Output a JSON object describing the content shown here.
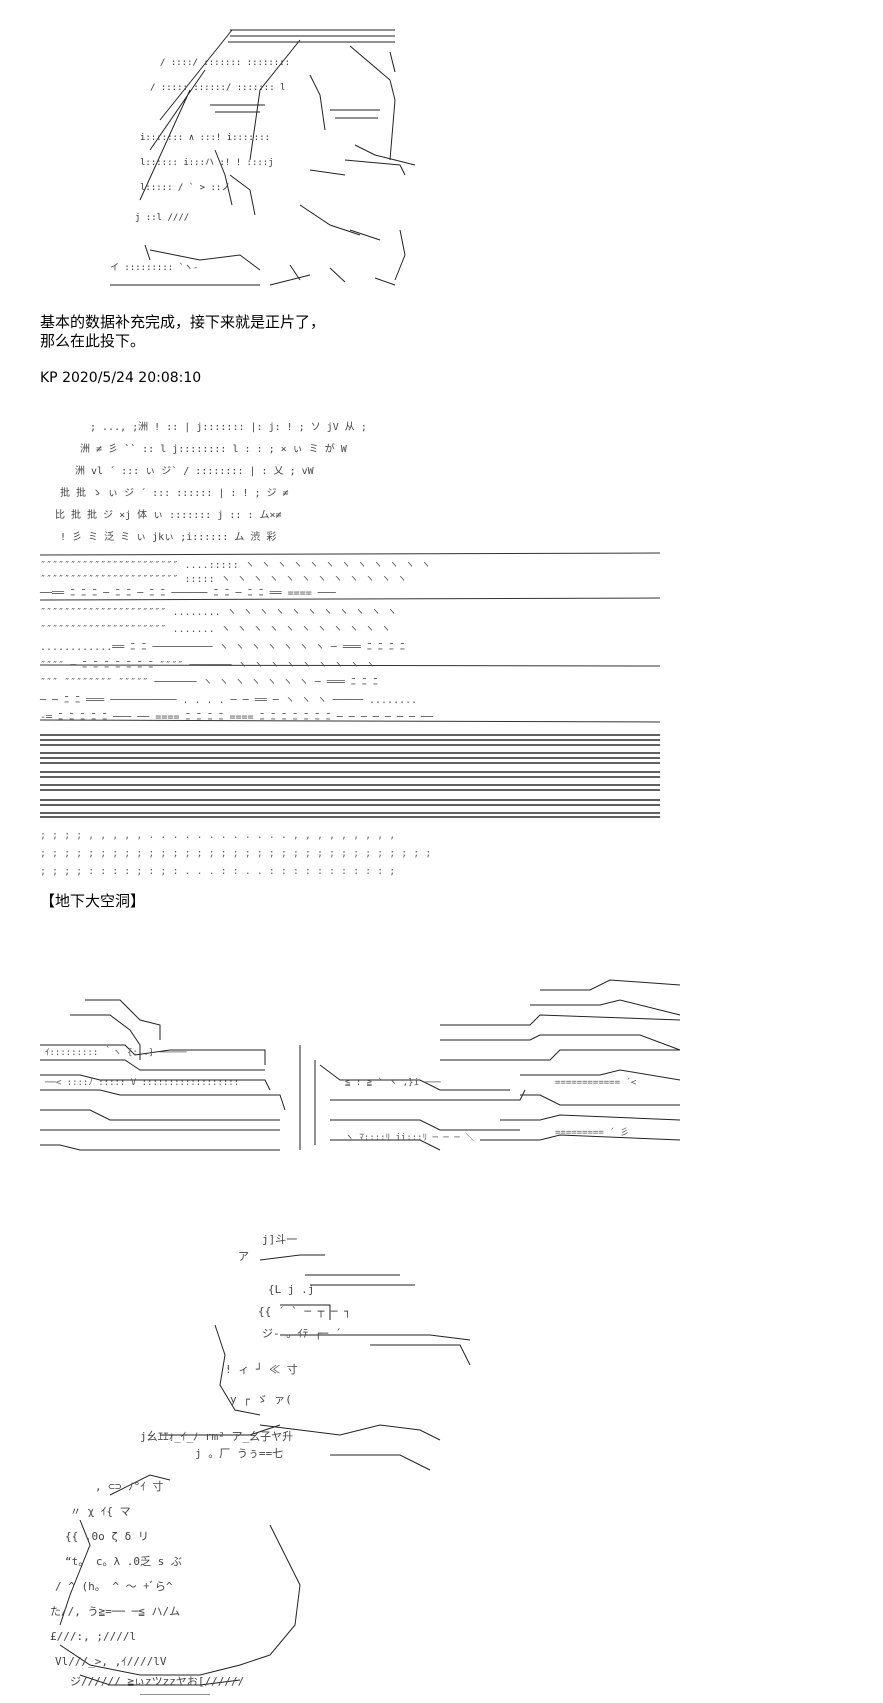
{
  "post": {
    "line1": "基本的数据补充完成，接下来就是正片了，",
    "line2": "那么在此投下。",
    "meta": "KP 2020/5/24 20:08:10",
    "location_label": "【地下大空洞】"
  },
  "art_blocks": [
    {
      "name": "portrait-art",
      "icon": "ascii-art-character"
    },
    {
      "name": "landscape-art",
      "icon": "ascii-art-ruins"
    },
    {
      "name": "cave-art",
      "icon": "ascii-art-cave"
    },
    {
      "name": "creature-art",
      "icon": "ascii-art-creature"
    }
  ]
}
